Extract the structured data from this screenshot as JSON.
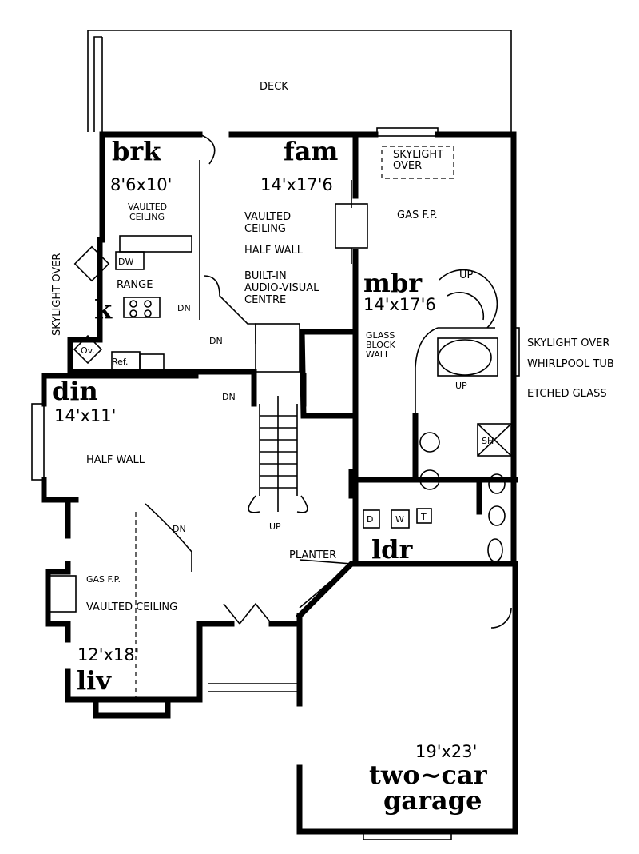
{
  "plan": {
    "deck": "DECK",
    "rooms": {
      "brk": {
        "name": "brk",
        "size": "8'6x10'"
      },
      "fam": {
        "name": "fam",
        "size": "14'x17'6"
      },
      "mbr": {
        "name": "mbr",
        "size": "14'x17'6"
      },
      "k": {
        "name": "k"
      },
      "din": {
        "name": "din",
        "size": "14'x11'"
      },
      "liv": {
        "name": "liv",
        "size": "12'x18'"
      },
      "ldr": {
        "name": "ldr"
      },
      "garage": {
        "name_line1": "two~car",
        "name_line2": "garage",
        "size": "19'x23'"
      }
    },
    "notes": {
      "vaulted_brk_1": "VAULTED",
      "vaulted_brk_2": "CEILING",
      "vaulted_fam_1": "VAULTED",
      "vaulted_fam_2": "CEILING",
      "half_wall_fam": "HALF WALL",
      "builtin_1": "BUILT-IN",
      "builtin_2": "AUDIO-VISUAL",
      "builtin_3": "CENTRE",
      "skylight_kitchen": "SKYLIGHT OVER",
      "dw": "DW",
      "range": "RANGE",
      "oven": "Ov.",
      "ref": "Ref.",
      "dn_kitchen": "DN",
      "dn_hall": "DN",
      "dn_stair": "DN",
      "dn_liv": "DN",
      "skylight_mbr_1": "SKYLIGHT",
      "skylight_mbr_2": "OVER",
      "gas_fp_mbr": "GAS F.P.",
      "up_spiral": "UP",
      "glass_block_1": "GLASS",
      "glass_block_2": "BLOCK",
      "glass_block_3": "WALL",
      "skylight_over_bath": "SKYLIGHT  OVER",
      "whirlpool": "WHIRLPOOL TUB",
      "up_bath": "UP",
      "etched_glass": "ETCHED GLASS",
      "sh": "SH",
      "d": "D",
      "w": "W",
      "t": "T",
      "half_wall_din": "HALF WALL",
      "up_stair": "UP",
      "planter": "PLANTER",
      "gas_fp_liv": "GAS F.P.",
      "vaulted_liv": "VAULTED CEILING"
    }
  }
}
